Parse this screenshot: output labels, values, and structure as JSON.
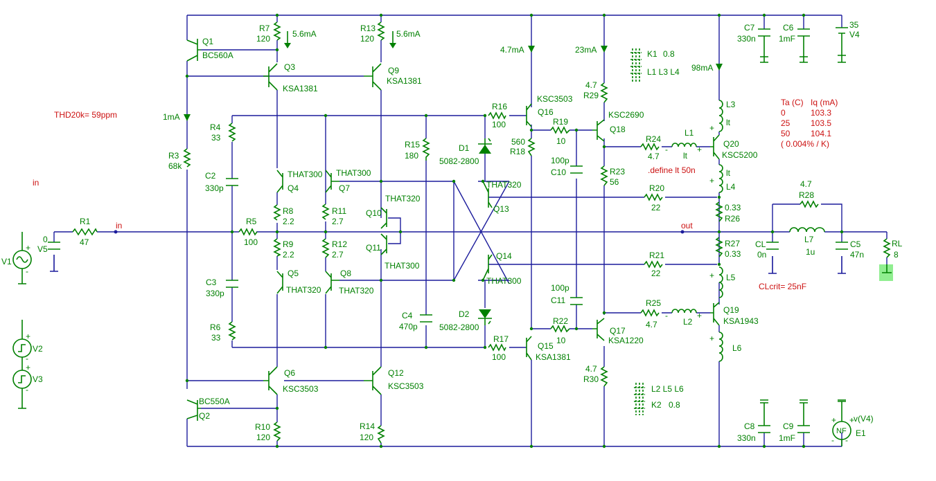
{
  "colors": {
    "wire": "#1c1c9c",
    "component": "#008000",
    "annotation": "#cc1111",
    "ground_highlight": "#90ee90"
  },
  "annotations": {
    "thd": "THD20k= 59ppm",
    "in_left": "in",
    "in_net": "in",
    "out_net": "out",
    "define_lt": ".define lt 50n",
    "clcrit": "CLcrit= 25nF",
    "table_header_ta": "Ta (C)",
    "table_header_iq": "Iq (mA)",
    "table_rows": [
      {
        "ta": "0",
        "iq": "103.3"
      },
      {
        "ta": "25",
        "iq": "103.5"
      },
      {
        "ta": "50",
        "iq": "104.1"
      }
    ],
    "tempco": "( 0.004% / K)"
  },
  "currents": {
    "q3": "5.6mA",
    "q9": "5.6mA",
    "r3": "1mA",
    "q16": "4.7mA",
    "q18": "23mA",
    "q20": "98mA"
  },
  "couplings": {
    "k1_name": "K1",
    "k1_value": "0.8",
    "k1_list": "L1 L3 L4",
    "k2_name": "K2",
    "k2_value": "0.8",
    "k2_list": "L2 L5 L6"
  },
  "sources": {
    "v1": "V1",
    "v2": "V2",
    "v3": "V3",
    "v4": "V4",
    "v4_value": "35",
    "v5": "V5",
    "v5_value": "0",
    "e1": "E1",
    "e1_expr": "v(V4)",
    "e1_symbol": "NF"
  },
  "resistors": {
    "r1": {
      "name": "R1",
      "value": "47"
    },
    "r3": {
      "name": "R3",
      "value": "68k"
    },
    "r4": {
      "name": "R4",
      "value": "33"
    },
    "r5": {
      "name": "R5",
      "value": "100"
    },
    "r6": {
      "name": "R6",
      "value": "33"
    },
    "r7": {
      "name": "R7",
      "value": "120"
    },
    "r8": {
      "name": "R8",
      "value": "2.2"
    },
    "r9": {
      "name": "R9",
      "value": "2.2"
    },
    "r10": {
      "name": "R10",
      "value": "120"
    },
    "r11": {
      "name": "R11",
      "value": "2.7"
    },
    "r12": {
      "name": "R12",
      "value": "2.7"
    },
    "r13": {
      "name": "R13",
      "value": "120"
    },
    "r14": {
      "name": "R14",
      "value": "120"
    },
    "r15": {
      "name": "R15",
      "value": "180"
    },
    "r16": {
      "name": "R16",
      "value": "100"
    },
    "r17": {
      "name": "R17",
      "value": "100"
    },
    "r18": {
      "name": "R18",
      "value": "560"
    },
    "r19": {
      "name": "R19",
      "value": "10"
    },
    "r20": {
      "name": "R20",
      "value": "22"
    },
    "r21": {
      "name": "R21",
      "value": "22"
    },
    "r22": {
      "name": "R22",
      "value": "10"
    },
    "r23": {
      "name": "R23",
      "value": "56"
    },
    "r24": {
      "name": "R24",
      "value": "4.7"
    },
    "r25": {
      "name": "R25",
      "value": "4.7"
    },
    "r26": {
      "name": "R26",
      "value": "0.33"
    },
    "r27": {
      "name": "R27",
      "value": "0.33"
    },
    "r28": {
      "name": "R28",
      "value": "4.7"
    },
    "r29": {
      "name": "R29",
      "value": "4.7"
    },
    "r30": {
      "name": "R30",
      "value": "4.7"
    },
    "rl": {
      "name": "RL",
      "value": "8"
    }
  },
  "capacitors": {
    "c2": {
      "name": "C2",
      "value": "330p"
    },
    "c3": {
      "name": "C3",
      "value": "330p"
    },
    "c4": {
      "name": "C4",
      "value": "470p"
    },
    "c5": {
      "name": "C5",
      "value": "47n"
    },
    "c6": {
      "name": "C6",
      "value": "1mF"
    },
    "c7": {
      "name": "C7",
      "value": "330n"
    },
    "c8": {
      "name": "C8",
      "value": "330n"
    },
    "c9": {
      "name": "C9",
      "value": "1mF"
    },
    "c10": {
      "name": "C10",
      "value": "100p"
    },
    "c11": {
      "name": "C11",
      "value": "100p"
    },
    "cl": {
      "name": "CL",
      "value": "0n"
    }
  },
  "inductors": {
    "l1": {
      "name": "L1",
      "value": "lt"
    },
    "l2": {
      "name": "L2",
      "value": ""
    },
    "l3": {
      "name": "L3",
      "value": "lt"
    },
    "l4": {
      "name": "L4",
      "value": "lt"
    },
    "l5": {
      "name": "L5",
      "value": ""
    },
    "l6": {
      "name": "L6",
      "value": ""
    },
    "l7": {
      "name": "L7",
      "value": "1u"
    }
  },
  "diodes": {
    "d1": {
      "name": "D1",
      "part": "5082-2800"
    },
    "d2": {
      "name": "D2",
      "part": "5082-2800"
    }
  },
  "transistors": {
    "q1": {
      "name": "Q1",
      "part": "BC560A"
    },
    "q2": {
      "name": "Q2",
      "part": "BC550A"
    },
    "q3": {
      "name": "Q3",
      "part": "KSA1381"
    },
    "q4": {
      "name": "Q4",
      "part": "THAT300"
    },
    "q5": {
      "name": "Q5",
      "part": "THAT320"
    },
    "q6": {
      "name": "Q6",
      "part": "KSC3503"
    },
    "q7": {
      "name": "Q7",
      "part": "THAT300"
    },
    "q8": {
      "name": "Q8",
      "part": "THAT320"
    },
    "q9": {
      "name": "Q9",
      "part": "KSA1381"
    },
    "q10": {
      "name": "Q10",
      "part": "THAT320"
    },
    "q11": {
      "name": "Q11",
      "part": "THAT300"
    },
    "q12": {
      "name": "Q12",
      "part": "KSC3503"
    },
    "q13": {
      "name": "Q13",
      "part": "THAT320"
    },
    "q14": {
      "name": "Q14",
      "part": "THAT300"
    },
    "q15": {
      "name": "Q15",
      "part": "KSA1381"
    },
    "q16": {
      "name": "Q16",
      "part": "KSC3503"
    },
    "q17": {
      "name": "Q17",
      "part": "KSA1220"
    },
    "q18": {
      "name": "Q18",
      "part": "KSC2690"
    },
    "q19": {
      "name": "Q19",
      "part": "KSA1943"
    },
    "q20": {
      "name": "Q20",
      "part": "KSC5200"
    }
  }
}
